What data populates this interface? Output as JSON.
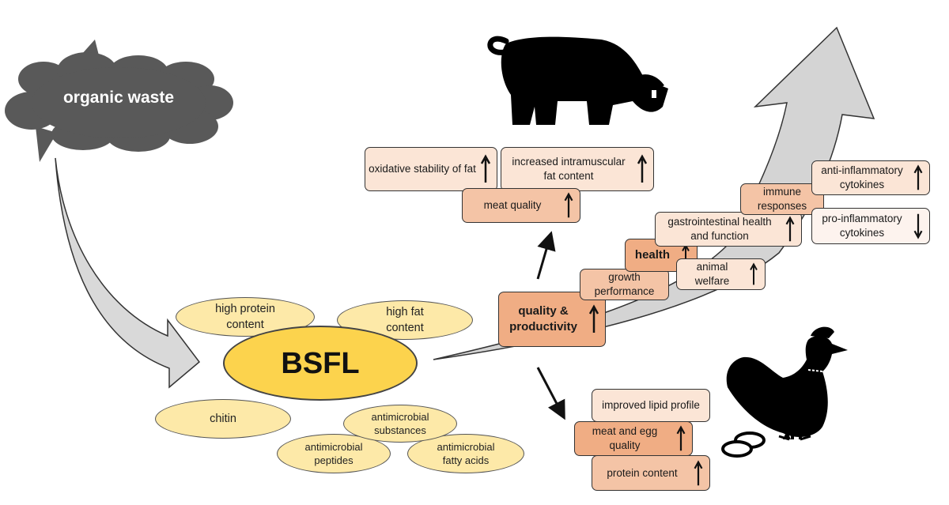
{
  "source": {
    "label": "organic waste"
  },
  "center": {
    "label": "BSFL"
  },
  "properties": {
    "high_protein": "high protein content",
    "high_fat": "high fat content",
    "chitin": "chitin",
    "antimicrobial_substances": "antimicrobial substances",
    "antimicrobial_peptides": "antimicrobial peptides",
    "antimicrobial_fatty_acids": "antimicrobial fatty acids"
  },
  "quality_productivity": {
    "label": "quality & productivity",
    "trend": "up"
  },
  "pig_outcomes": {
    "meat_quality": {
      "label": "meat quality",
      "trend": "up"
    },
    "oxidative_stability": {
      "label": "oxidative stability of fat",
      "trend": "up"
    },
    "intramuscular_fat": {
      "label": "increased intramuscular fat content",
      "trend": "up"
    }
  },
  "poultry_outcomes": {
    "lipid_profile": {
      "label": "improved lipid profile"
    },
    "meat_egg_quality": {
      "label": "meat and egg quality",
      "trend": "up"
    },
    "protein_content": {
      "label": "protein content",
      "trend": "up"
    }
  },
  "health_path": {
    "growth_performance": {
      "label": "growth performance"
    },
    "health": {
      "label": "health",
      "trend": "up"
    },
    "animal_welfare": {
      "label": "animal welfare",
      "trend": "up"
    },
    "gastrointestinal": {
      "label": "gastrointestinal health and function",
      "trend": "up"
    },
    "immune_responses": {
      "label": "immune responses"
    },
    "anti_inflammatory": {
      "label": "anti-inflammatory cytokines",
      "trend": "up"
    },
    "pro_inflammatory": {
      "label": "pro-inflammatory cytokines",
      "trend": "down"
    }
  },
  "icons": {
    "pig": "pig-silhouette-icon",
    "chicken": "chicken-silhouette-icon",
    "eggs": "eggs-icon"
  },
  "colors": {
    "cloud": "#595959",
    "bsfl": "#fcd34d",
    "property": "#fde9a8",
    "box_light": "#fbe5d6",
    "box_mid": "#f4c4a6",
    "box_dark": "#f0ad84",
    "big_arrow": "#d4d4d4"
  }
}
